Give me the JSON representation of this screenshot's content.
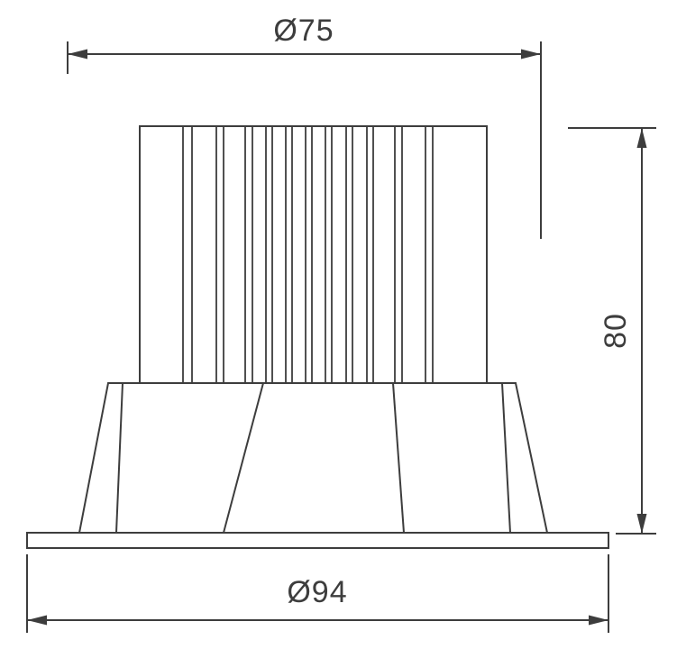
{
  "drawing": {
    "dimensions": {
      "top_diameter": "Ø75",
      "height": "80",
      "bottom_diameter": "Ø94"
    },
    "colors": {
      "line": "#3d3d3d",
      "background": "#ffffff"
    }
  }
}
